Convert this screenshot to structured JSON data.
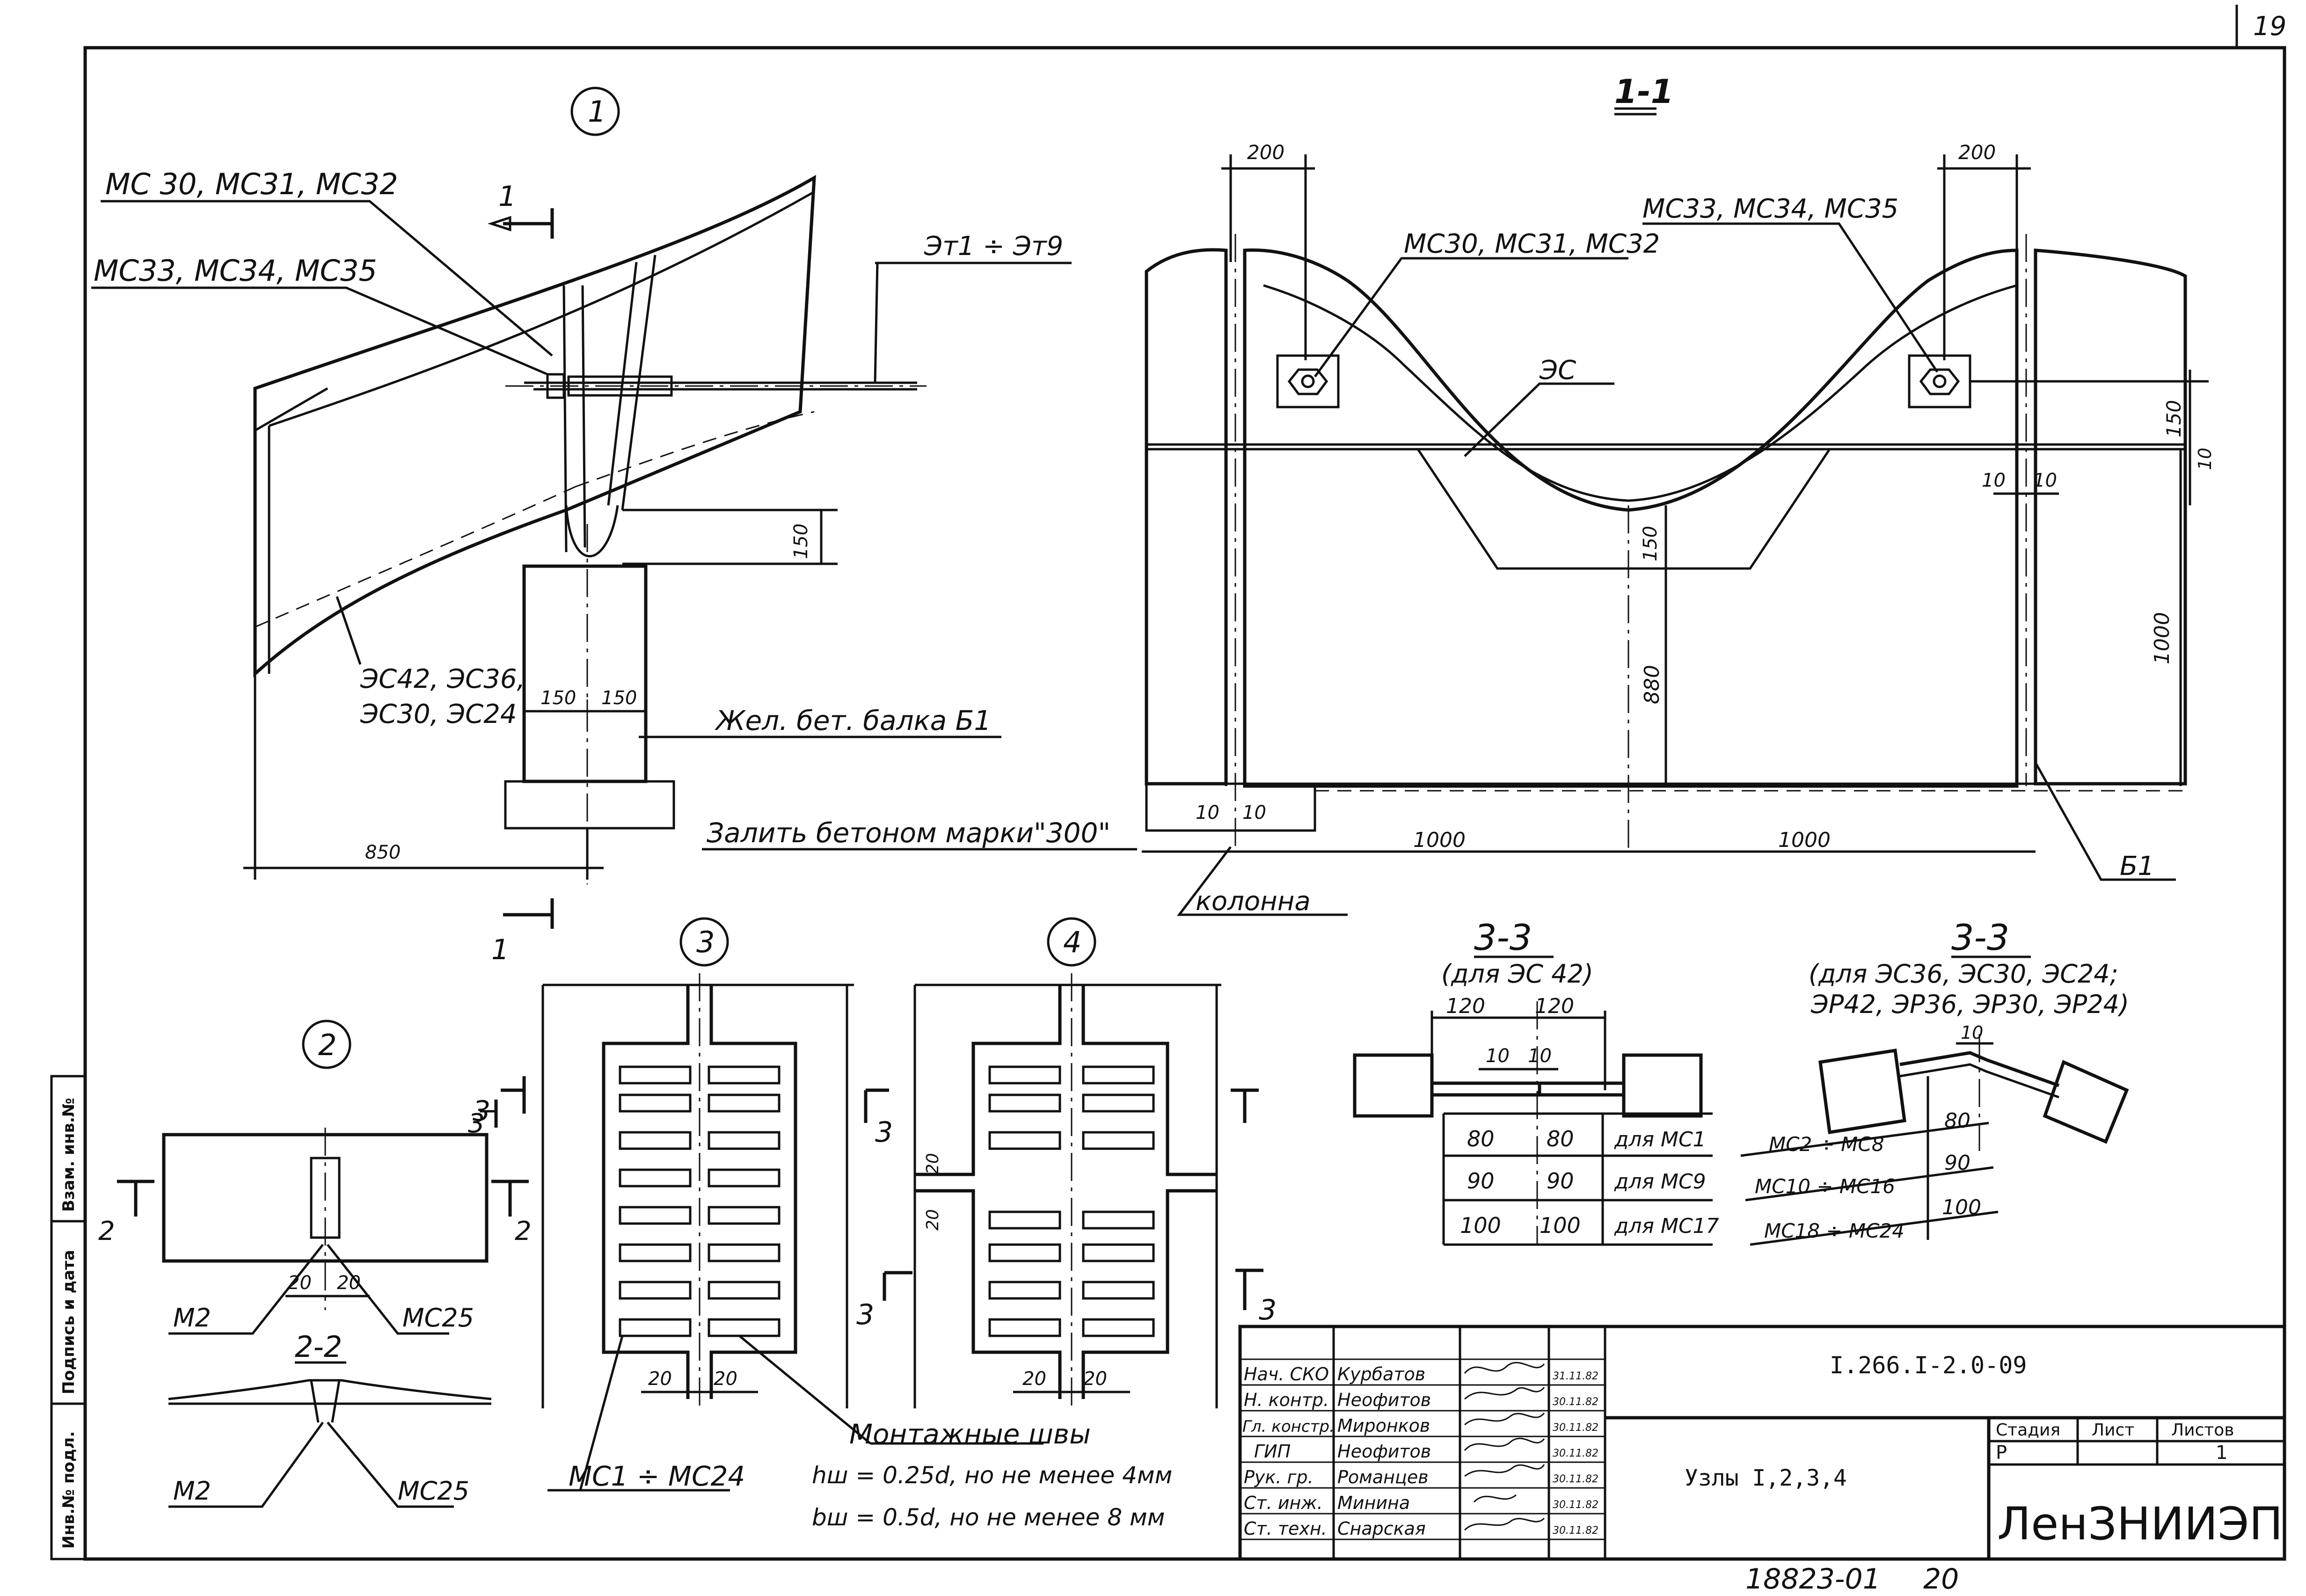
{
  "sheet": {
    "number_corner": "19",
    "bottom_number": "18823-01",
    "bottom_number_suffix": "20",
    "side_stamp": [
      "Инв.№ подл.",
      "Подпись и дата",
      "Взам. инв.№"
    ]
  },
  "view1": {
    "callout": "1",
    "section_mark": "1",
    "labels": {
      "mc30_32": "МС 30, МС31, МС32",
      "mc33_35": "МС33, МС34, МС35",
      "et": "Эт1 ÷ Эт9",
      "es42_line1": "ЭС42, ЭС36,",
      "es42_line2": "ЭС30, ЭС24",
      "beam": "Жел. бет. балка Б1",
      "fill": "Залить бетоном марки\"300\""
    },
    "dims": {
      "d150v": "150",
      "d150a": "150",
      "d150b": "150",
      "d850": "850"
    }
  },
  "view11": {
    "title": "1-1",
    "labels": {
      "mc30_32": "МС30, МС31, МС32",
      "mc33_35": "МС33, МС34, МС35",
      "es": "ЭС",
      "kolonna": "колонна",
      "b1": "Б1"
    },
    "dims": {
      "d200l": "200",
      "d200r": "200",
      "d150": "150",
      "d10r": "10",
      "d10a": "10",
      "d10b": "10",
      "d150c": "150",
      "d880": "880",
      "d1000v": "1000",
      "d10c": "10",
      "d10d": "10",
      "d1000a": "1000",
      "d1000b": "1000"
    }
  },
  "view2": {
    "callout": "2",
    "mark_3": "3",
    "mark_2l": "2",
    "mark_2r": "2",
    "dims": {
      "d20a": "20",
      "d20b": "20"
    },
    "labels": {
      "m2": "М2",
      "mc25": "МС25"
    },
    "section_title": "2-2",
    "section_labels": {
      "m2": "М2",
      "mc25": "МС25"
    }
  },
  "view3": {
    "callout": "3",
    "mark_3a": "3",
    "mark_3b": "3",
    "dims": {
      "d20a": "20",
      "d20b": "20"
    },
    "label": "МС1 ÷ МС24"
  },
  "view4": {
    "callout": "4",
    "mark_3a": "3",
    "mark_3b": "3",
    "dims": {
      "d20a": "20",
      "d20b": "20",
      "d20c": "20",
      "d20d": "20"
    },
    "weld_title": "Монтажные швы",
    "weld_line1": "hш = 0.25d, но не менее 4мм",
    "weld_line2": "bш = 0.5d, но не менее 8 мм"
  },
  "section33a": {
    "title": "3-3",
    "subtitle": "(для ЭС 42)",
    "dims": {
      "d120a": "120",
      "d120b": "120",
      "d10a": "10",
      "d10b": "10"
    },
    "table": [
      [
        "80",
        "80",
        "для МС1"
      ],
      [
        "90",
        "90",
        "для МС9"
      ],
      [
        "100",
        "100",
        "для МС17"
      ]
    ]
  },
  "section33b": {
    "title": "3-3",
    "subtitle1": "(для ЭС36, ЭС30, ЭС24;",
    "subtitle2": "ЭР42, ЭР36, ЭР30, ЭР24)",
    "dim10": "10",
    "table": [
      [
        "МС2 ÷ МС8",
        "80"
      ],
      [
        "МС10 ÷ МС16",
        "90"
      ],
      [
        "МС18 ÷ МС24",
        "100"
      ]
    ]
  },
  "title_block": {
    "roles": [
      [
        "Нач. СКО",
        "Курбатов",
        "31.11.82"
      ],
      [
        "Н. контр.",
        "Неофитов",
        "30.11.82"
      ],
      [
        "Гл. констр.",
        "Миронков",
        "30.11.82"
      ],
      [
        "ГИП",
        "Неофитов",
        "30.11.82"
      ],
      [
        "Рук. гр.",
        "Романцев",
        "30.11.82"
      ],
      [
        "Ст. инж.",
        "Минина",
        "30.11.82"
      ],
      [
        "Ст. техн.",
        "Снарская",
        "30.11.82"
      ]
    ],
    "code": "I.266.I-2.0-09",
    "name": "Узлы I,2,3,4",
    "stage_label": "Стадия",
    "sheet_label": "Лист",
    "sheets_label": "Листов",
    "stage": "Р",
    "sheet": "",
    "sheets": "1",
    "org": "ЛенЗНИИЭП"
  }
}
